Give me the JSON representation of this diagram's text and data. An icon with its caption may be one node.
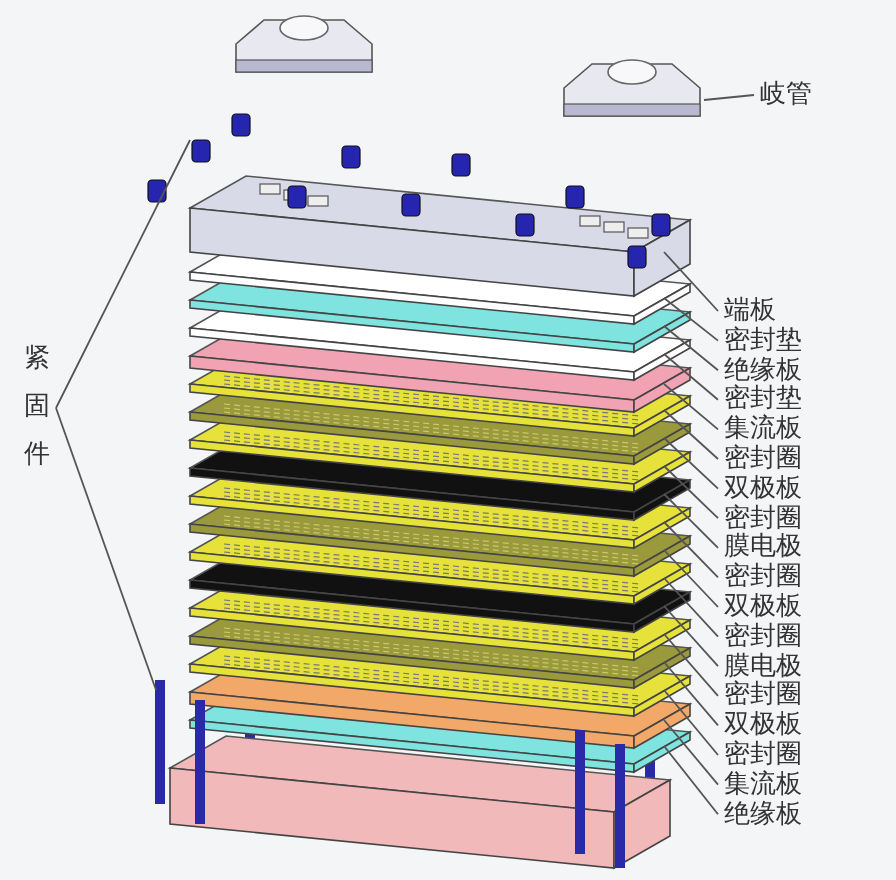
{
  "diagram": {
    "nodes": [
      {
        "text": [
          "岐管"
        ]
      },
      {
        "text": [
          "紧固件"
        ]
      },
      {
        "text": [
          "端板"
        ]
      },
      {
        "text": [
          "密封垫"
        ]
      },
      {
        "text": [
          "绝缘板"
        ]
      },
      {
        "text": [
          "密封垫"
        ]
      },
      {
        "text": [
          "集流板"
        ]
      },
      {
        "text": [
          "密封圈"
        ]
      },
      {
        "text": [
          "双极板"
        ]
      },
      {
        "text": [
          "密封圈"
        ]
      },
      {
        "text": [
          "膜电极"
        ]
      },
      {
        "text": [
          "密封圈"
        ]
      },
      {
        "text": [
          "双极板"
        ]
      },
      {
        "text": [
          "密封圈"
        ]
      },
      {
        "text": [
          "膜电极"
        ]
      },
      {
        "text": [
          "密封圈"
        ]
      },
      {
        "text": [
          "双极板"
        ]
      },
      {
        "text": [
          "密封圈"
        ]
      },
      {
        "text": [
          "集流板"
        ]
      },
      {
        "text": [
          "绝缘板"
        ]
      }
    ],
    "edges": [
      {
        "from": 0,
        "to": null,
        "arrow": "none"
      },
      {
        "from": 1,
        "to": null,
        "arrow": "none"
      },
      {
        "from": 1,
        "to": null,
        "arrow": "none"
      },
      {
        "from": 2,
        "to": null,
        "arrow": "none"
      },
      {
        "from": 3,
        "to": null,
        "arrow": "none"
      },
      {
        "from": 4,
        "to": null,
        "arrow": "none"
      },
      {
        "from": 5,
        "to": null,
        "arrow": "none"
      },
      {
        "from": 6,
        "to": null,
        "arrow": "none"
      },
      {
        "from": 7,
        "to": null,
        "arrow": "none"
      },
      {
        "from": 8,
        "to": null,
        "arrow": "none"
      },
      {
        "from": 9,
        "to": null,
        "arrow": "none"
      },
      {
        "from": 10,
        "to": null,
        "arrow": "none"
      },
      {
        "from": 11,
        "to": null,
        "arrow": "none"
      },
      {
        "from": 12,
        "to": null,
        "arrow": "none"
      },
      {
        "from": 13,
        "to": null,
        "arrow": "none"
      },
      {
        "from": 14,
        "to": null,
        "arrow": "none"
      },
      {
        "from": 15,
        "to": null,
        "arrow": "none"
      },
      {
        "from": 16,
        "to": null,
        "arrow": "none"
      },
      {
        "from": 17,
        "to": null,
        "arrow": "none"
      },
      {
        "from": 18,
        "to": null,
        "arrow": "none"
      },
      {
        "from": 19,
        "to": null,
        "arrow": "none"
      }
    ]
  }
}
